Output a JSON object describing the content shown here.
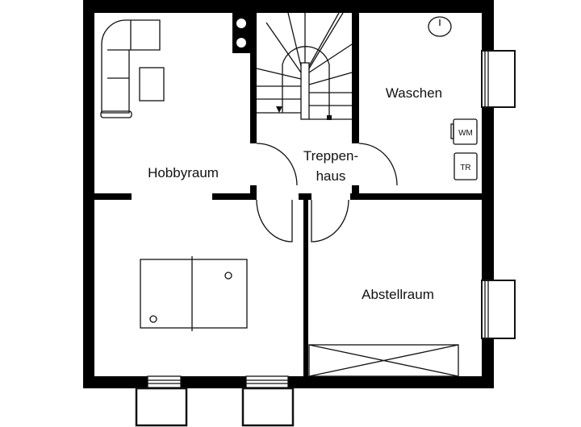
{
  "rooms": {
    "hobby": "Hobbyraum",
    "stair_line1": "Treppen-",
    "stair_line2": "haus",
    "laundry": "Waschen",
    "storage": "Abstellraum"
  },
  "appliances": {
    "washer": "WM",
    "dryer": "TR"
  },
  "colors": {
    "wall": "#000000",
    "background": "#ffffff"
  }
}
